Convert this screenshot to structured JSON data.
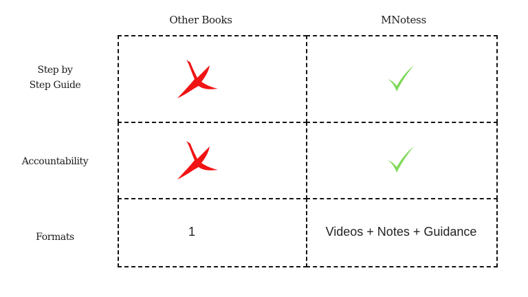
{
  "columns": [
    "Other Books",
    "MNotess"
  ],
  "rows": [
    {
      "label_lines": [
        "Step by",
        "Step Guide"
      ],
      "other": {
        "icon": "cross-icon"
      },
      "mnotess": {
        "icon": "check-icon"
      }
    },
    {
      "label_lines": [
        "Accountability"
      ],
      "other": {
        "icon": "cross-icon"
      },
      "mnotess": {
        "icon": "check-icon"
      }
    },
    {
      "label_lines": [
        "Formats"
      ],
      "other": {
        "text": "1"
      },
      "mnotess": {
        "text": "Videos + Notes + Guidance"
      }
    }
  ],
  "colors": {
    "cross": "#f01414",
    "check": "#7ed957",
    "border": "#111111"
  }
}
